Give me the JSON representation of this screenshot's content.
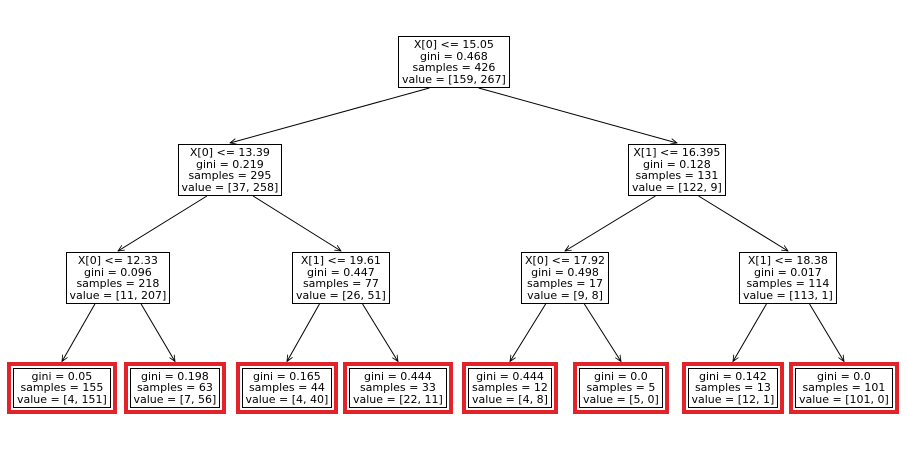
{
  "tree": {
    "nodes": [
      {
        "id": "n0",
        "lines": [
          "X[0] <= 15.05",
          "gini = 0.468",
          "samples = 426",
          "value = [159, 267]"
        ],
        "leaf": false
      },
      {
        "id": "n1",
        "lines": [
          "X[0] <= 13.39",
          "gini = 0.219",
          "samples = 295",
          "value = [37, 258]"
        ],
        "leaf": false
      },
      {
        "id": "n2",
        "lines": [
          "X[1] <= 16.395",
          "gini = 0.128",
          "samples = 131",
          "value = [122, 9]"
        ],
        "leaf": false
      },
      {
        "id": "n3",
        "lines": [
          "X[0] <= 12.33",
          "gini = 0.096",
          "samples = 218",
          "value = [11, 207]"
        ],
        "leaf": false
      },
      {
        "id": "n4",
        "lines": [
          "X[1] <= 19.61",
          "gini = 0.447",
          "samples = 77",
          "value = [26, 51]"
        ],
        "leaf": false
      },
      {
        "id": "n5",
        "lines": [
          "X[0] <= 17.92",
          "gini = 0.498",
          "samples = 17",
          "value = [9, 8]"
        ],
        "leaf": false
      },
      {
        "id": "n6",
        "lines": [
          "X[1] <= 18.38",
          "gini = 0.017",
          "samples = 114",
          "value = [113, 1]"
        ],
        "leaf": false
      },
      {
        "id": "n7",
        "lines": [
          "gini = 0.05",
          "samples = 155",
          "value = [4, 151]"
        ],
        "leaf": true
      },
      {
        "id": "n8",
        "lines": [
          "gini = 0.198",
          "samples = 63",
          "value = [7, 56]"
        ],
        "leaf": true
      },
      {
        "id": "n9",
        "lines": [
          "gini = 0.165",
          "samples = 44",
          "value = [4, 40]"
        ],
        "leaf": true
      },
      {
        "id": "n10",
        "lines": [
          "gini = 0.444",
          "samples = 33",
          "value = [22, 11]"
        ],
        "leaf": true
      },
      {
        "id": "n11",
        "lines": [
          "gini = 0.444",
          "samples = 12",
          "value = [4, 8]"
        ],
        "leaf": true
      },
      {
        "id": "n12",
        "lines": [
          "gini = 0.0",
          "samples = 5",
          "value = [5, 0]"
        ],
        "leaf": true
      },
      {
        "id": "n13",
        "lines": [
          "gini = 0.142",
          "samples = 13",
          "value = [12, 1]"
        ],
        "leaf": true
      },
      {
        "id": "n14",
        "lines": [
          "gini = 0.0",
          "samples = 101",
          "value = [101, 0]"
        ],
        "leaf": true
      }
    ],
    "edges": [
      [
        "n0",
        "n1"
      ],
      [
        "n0",
        "n2"
      ],
      [
        "n1",
        "n3"
      ],
      [
        "n1",
        "n4"
      ],
      [
        "n2",
        "n5"
      ],
      [
        "n2",
        "n6"
      ],
      [
        "n3",
        "n7"
      ],
      [
        "n3",
        "n8"
      ],
      [
        "n4",
        "n9"
      ],
      [
        "n4",
        "n10"
      ],
      [
        "n5",
        "n11"
      ],
      [
        "n5",
        "n12"
      ],
      [
        "n6",
        "n13"
      ],
      [
        "n6",
        "n14"
      ]
    ],
    "highlight_color": "#e3232a"
  }
}
